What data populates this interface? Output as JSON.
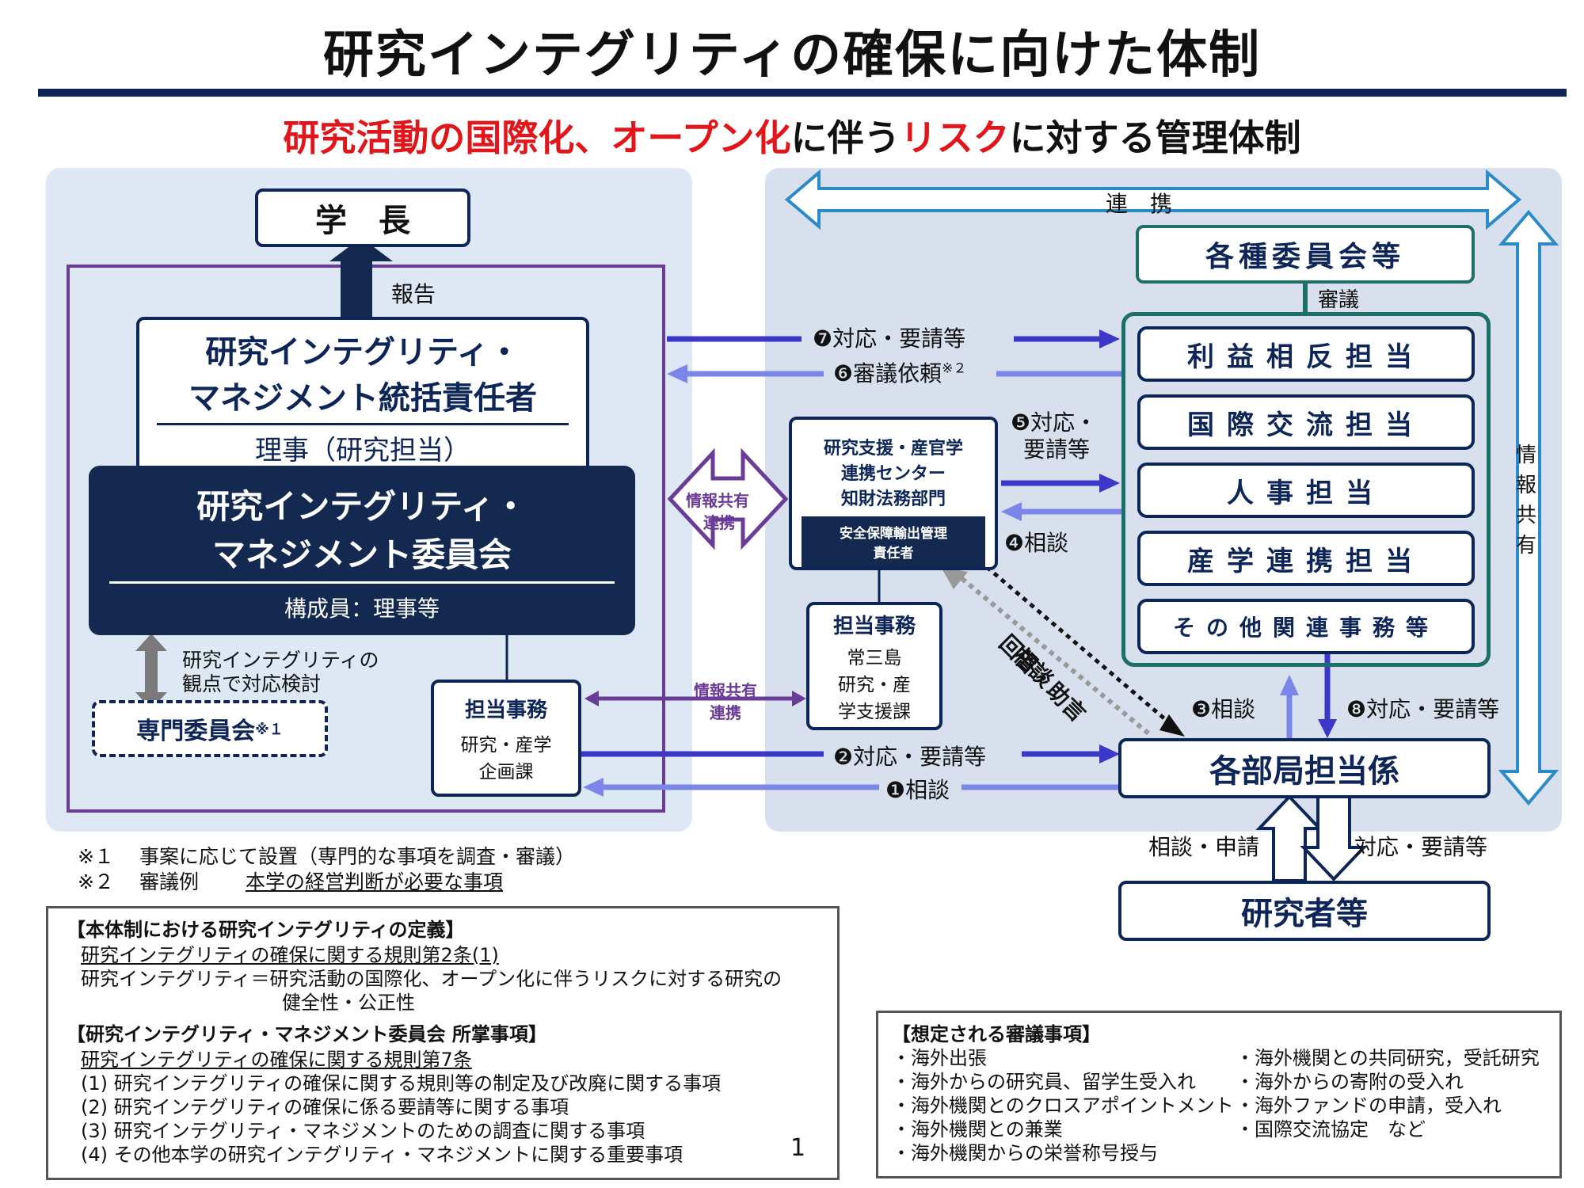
{
  "title": "研究インテグリティの確保に向けた体制",
  "subtitle": {
    "part1": "研究活動の国際化、",
    "part2": "オープン化",
    "part3": "に伴う",
    "part4": "リスク",
    "part5": "に対する管理体制"
  },
  "colors": {
    "navy": "#0d2557",
    "purple": "#6a3b97",
    "teal": "#1f6f69",
    "red": "#e0161b",
    "blue_arrow": "#3b37c8",
    "light_arrow": "#7b86e8"
  },
  "left": {
    "president": "学　長",
    "report_label": "報告",
    "director": {
      "line1": "研究インテグリティ・",
      "line2": "マネジメント統括責任者",
      "sub": "理事（研究担当）"
    },
    "committee": {
      "line1": "研究インテグリティ・",
      "line2": "マネジメント委員会",
      "sub": "構成員：理事等"
    },
    "review_note": {
      "line1": "研究インテグリティの",
      "line2": "観点で対応検討"
    },
    "expert": "専門委員会",
    "expert_sup": "※１",
    "office": {
      "title": "担当事務",
      "line1": "研究・産学",
      "line2": "企画課"
    }
  },
  "middle": {
    "center": {
      "line1": "研究支援・産官学",
      "line2": "連携センター",
      "line3": "知財法務部門",
      "inner1": "安全保障輸出管理",
      "inner2": "責任者"
    },
    "info_share_big": {
      "line1": "情報共有",
      "line2": "連携"
    },
    "info_share_small": {
      "line1": "情報共有",
      "line2": "連携"
    },
    "office": {
      "title": "担当事務",
      "line1": "常三島",
      "line2": "研究・産",
      "line3": "学支援課"
    },
    "answer": "回答・助言",
    "consult_diag": "相談"
  },
  "right": {
    "renkei": "連　携",
    "committees": "各種委員会等",
    "deliberation": "審議",
    "units": [
      "利益相反担当",
      "国際交流担当",
      "人事担当",
      "産学連携担当",
      "その他関連事務等"
    ],
    "info_share_vertical": [
      "情",
      "報",
      "共",
      "有"
    ],
    "dept": "各部局担当係",
    "researchers": "研究者等",
    "consult_apply": "相談・申請",
    "respond_request": "対応・要請等"
  },
  "arrows": {
    "a7": "❼対応・要請等",
    "a6": "❻審議依頼",
    "a6_sup": "※２",
    "a5_line1": "❺対応・",
    "a5_line2": "要請等",
    "a4": "❹相談",
    "a3": "❸相談",
    "a8": "❽対応・要請等",
    "a2": "❷対応・要請等",
    "a1": "❶相談"
  },
  "notes": {
    "n1_mark": "※１",
    "n1_text": "事案に応じて設置（専門的な事項を調査・審議）",
    "n2_mark": "※２",
    "n2_label": "審議例",
    "n2_text": "本学の経営判断が必要な事項"
  },
  "definition_box": {
    "h1": "【本体制における研究インテグリティの定義】",
    "l1": "研究インテグリティの確保に関する規則第2条(1)",
    "l2": "研究インテグリティ＝研究活動の国際化、オープン化に伴うリスクに対する研究の",
    "l3": "健全性・公正性",
    "h2": "【研究インテグリティ・マネジメント委員会 所掌事項】",
    "l4": "研究インテグリティの確保に関する規則第7条",
    "items": [
      "(1) 研究インテグリティの確保に関する規則等の制定及び改廃に関する事項",
      "(2) 研究インテグリティの確保に係る要請等に関する事項",
      "(3) 研究インテグリティ・マネジメントのための調査に関する事項",
      "(4) その他本学の研究インテグリティ・マネジメントに関する重要事項"
    ],
    "page_no": "1"
  },
  "deliberation_box": {
    "h": "【想定される審議事項】",
    "col1": [
      "・海外出張",
      "・海外からの研究員、留学生受入れ",
      "・海外機関とのクロスアポイントメント",
      "・海外機関との兼業",
      "・海外機関からの栄誉称号授与"
    ],
    "col2": [
      "・海外機関との共同研究，受託研究",
      "・海外からの寄附の受入れ",
      "・海外ファンドの申請，受入れ",
      "・国際交流協定　など"
    ]
  }
}
